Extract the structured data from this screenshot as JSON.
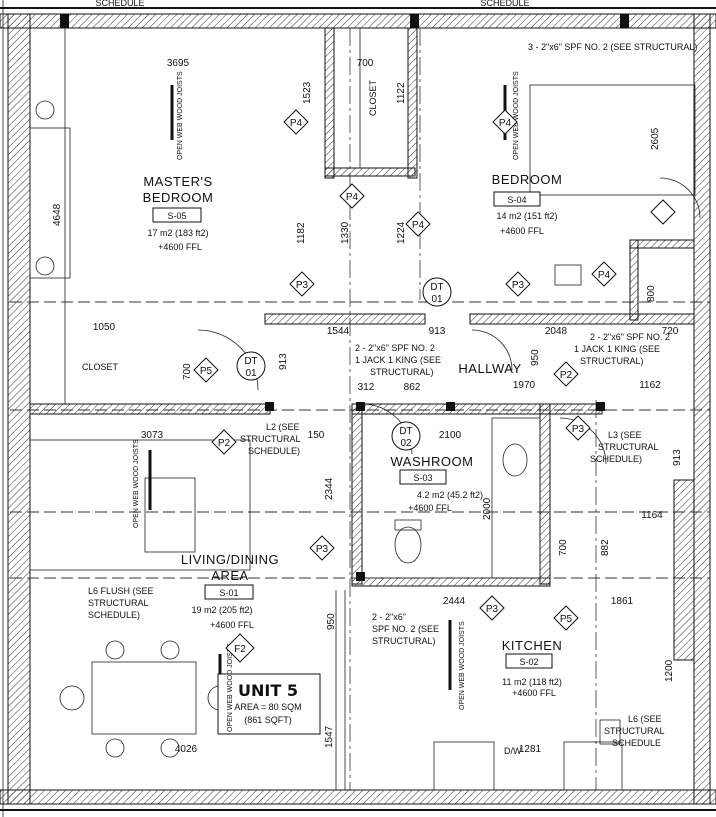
{
  "unit": {
    "title": "UNIT 5",
    "area": "AREA = 80 SQM",
    "area_sqft": "(861 SQFT)"
  },
  "rooms": {
    "masters": {
      "name1": "MASTER'S",
      "name2": "BEDROOM",
      "code": "S-05",
      "area": "17 m2 (183 ft2)",
      "level": "+4600 FFL"
    },
    "bedroom": {
      "name": "BEDROOM",
      "code": "S-04",
      "area": "14 m2 (151 ft2)",
      "level": "+4600 FFL"
    },
    "hallway": {
      "name": "HALLWAY"
    },
    "washroom": {
      "name": "WASHROOM",
      "code": "S-03",
      "area": "4.2 m2 (45.2 ft2)",
      "level": "+4600 FFL"
    },
    "living": {
      "name1": "LIVING/DINING",
      "name2": "AREA",
      "code": "S-01",
      "area": "19 m2 (205 ft2)",
      "level": "+4600 FFL"
    },
    "kitchen": {
      "name": "KITCHEN",
      "code": "S-02",
      "area": "11 m2 (118 ft2)",
      "level": "+4600 FFL"
    },
    "closet1": "CLOSET",
    "closet2": "CLOSET"
  },
  "notes": {
    "joists": "OPEN WEB WOOD JOISTS",
    "beam_top": "3 - 2\"x6\" SPF NO. 2 (SEE STRUCTURAL)",
    "beam_hall1": "2 - 2\"x6\" SPF NO. 2",
    "beam_hall1b": "1 JACK 1 KING (SEE",
    "beam_hall1c": "STRUCTURAL)",
    "beam_hall2": "2 - 2\"x6\" SPF NO. 2",
    "beam_hall2b": "1 JACK 1 KING (SEE",
    "beam_hall2c": "STRUCTURAL)",
    "l2a": "L2 (SEE",
    "l2b": "STRUCTURAL",
    "l2c": "SCHEDULE)",
    "l3a": "L3 (SEE",
    "l3b": "STRUCTURAL",
    "l3c": "SCHEDULE)",
    "l6a": "L6 FLUSH (SEE",
    "l6b": "STRUCTURAL",
    "l6c": "SCHEDULE)",
    "l6ka": "L6 (SEE",
    "l6kb": "STRUCTURAL",
    "l6kc": "SCHEDULE",
    "spf_kitchen1": "2 - 2\"x6\"",
    "spf_kitchen2": "SPF NO. 2 (SEE",
    "spf_kitchen3": "STRUCTURAL)",
    "dw": "D/W"
  },
  "dims": {
    "d3695": "3695",
    "d700a": "700",
    "d1523": "1523",
    "d1122": "1122",
    "d2605": "2605",
    "d4648": "4648",
    "d1330": "1330",
    "d1182": "1182",
    "d1224": "1224",
    "d1050": "1050",
    "d700b": "700",
    "d913a": "913",
    "d1544": "1544",
    "d913b": "913",
    "d2048": "2048",
    "d720": "720",
    "d312": "312",
    "d862": "862",
    "d1970": "1970",
    "d1162": "1162",
    "d950a": "950",
    "d3073": "3073",
    "d150": "150",
    "d2100": "2100",
    "d2344": "2344",
    "d2000": "2000",
    "d700c": "700",
    "d882": "882",
    "d1164": "1164",
    "d2444": "2444",
    "d1861": "1861",
    "d950b": "950",
    "d4026": "4026",
    "d1547": "1547",
    "d1281": "1281",
    "d913c": "913",
    "d800": "800",
    "d1200": "1200"
  },
  "tags": {
    "p4a": "P4",
    "p4b": "P4",
    "p4c": "P4",
    "p4d": "P4",
    "p4e": "P4",
    "p3a": "P3",
    "p3b": "P3",
    "p3c": "P3",
    "p3d": "P3",
    "p3e": "P3",
    "p5a": "P5",
    "p5b": "P5",
    "p2a": "P2",
    "p2b": "P2",
    "f2": "F2",
    "dt1a1": "DT",
    "dt1a2": "01",
    "dt1b1": "DT",
    "dt1b2": "01",
    "dt2a": "DT",
    "dt2b": "02"
  },
  "header": {
    "schedule1": "SCHEDULE",
    "schedule2": "SCHEDULE"
  }
}
